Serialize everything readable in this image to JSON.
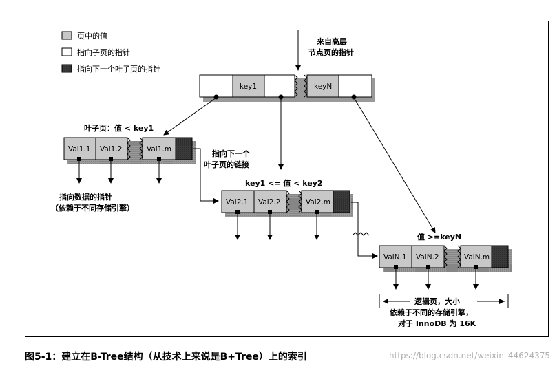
{
  "legend": {
    "value_in_page": "页中的值",
    "pointer_to_child": "指向子页的指针",
    "pointer_to_next_leaf": "指向下一个叶子页的指针"
  },
  "labels": {
    "from_upper_line1": "来自高层",
    "from_upper_line2": "节点页的指针",
    "leaf_condition": "叶子页：值 < key1",
    "next_leaf_link_line1": "指向下一个",
    "next_leaf_link_line2": "叶子页的链接",
    "mid_condition": "key1 <= 值 < key2",
    "data_pointer_line1": "指向数据的指针",
    "data_pointer_line2": "（依赖于不同存储引擎）",
    "right_condition": "值 >=keyN",
    "logical_page_line1": "逻辑页，大小",
    "logical_page_line2": "依赖于不同的存储引擎，",
    "logical_page_line3": "对于 InnoDB 为 16K"
  },
  "root": {
    "key1": "key1",
    "keyN": "keyN"
  },
  "leaf1": {
    "v1": "Val1.1",
    "v2": "Val1.2",
    "vm": "Val1.m"
  },
  "leaf2": {
    "v1": "Val2.1",
    "v2": "Val2.2",
    "vm": "Val2.m"
  },
  "leafN": {
    "v1": "ValN.1",
    "v2": "ValN.2",
    "vm": "ValN.m"
  },
  "caption": "图5-1：建立在B-Tree结构（从技术上来说是B+Tree）上的索引",
  "watermark": "https://blog.csdn.net/weixin_44624375",
  "colors": {
    "value_fill": "#c8c8c8",
    "pointer_fill": "#ffffff",
    "next_fill": "#3a3a3a",
    "shadow": "#9a9a9a"
  }
}
